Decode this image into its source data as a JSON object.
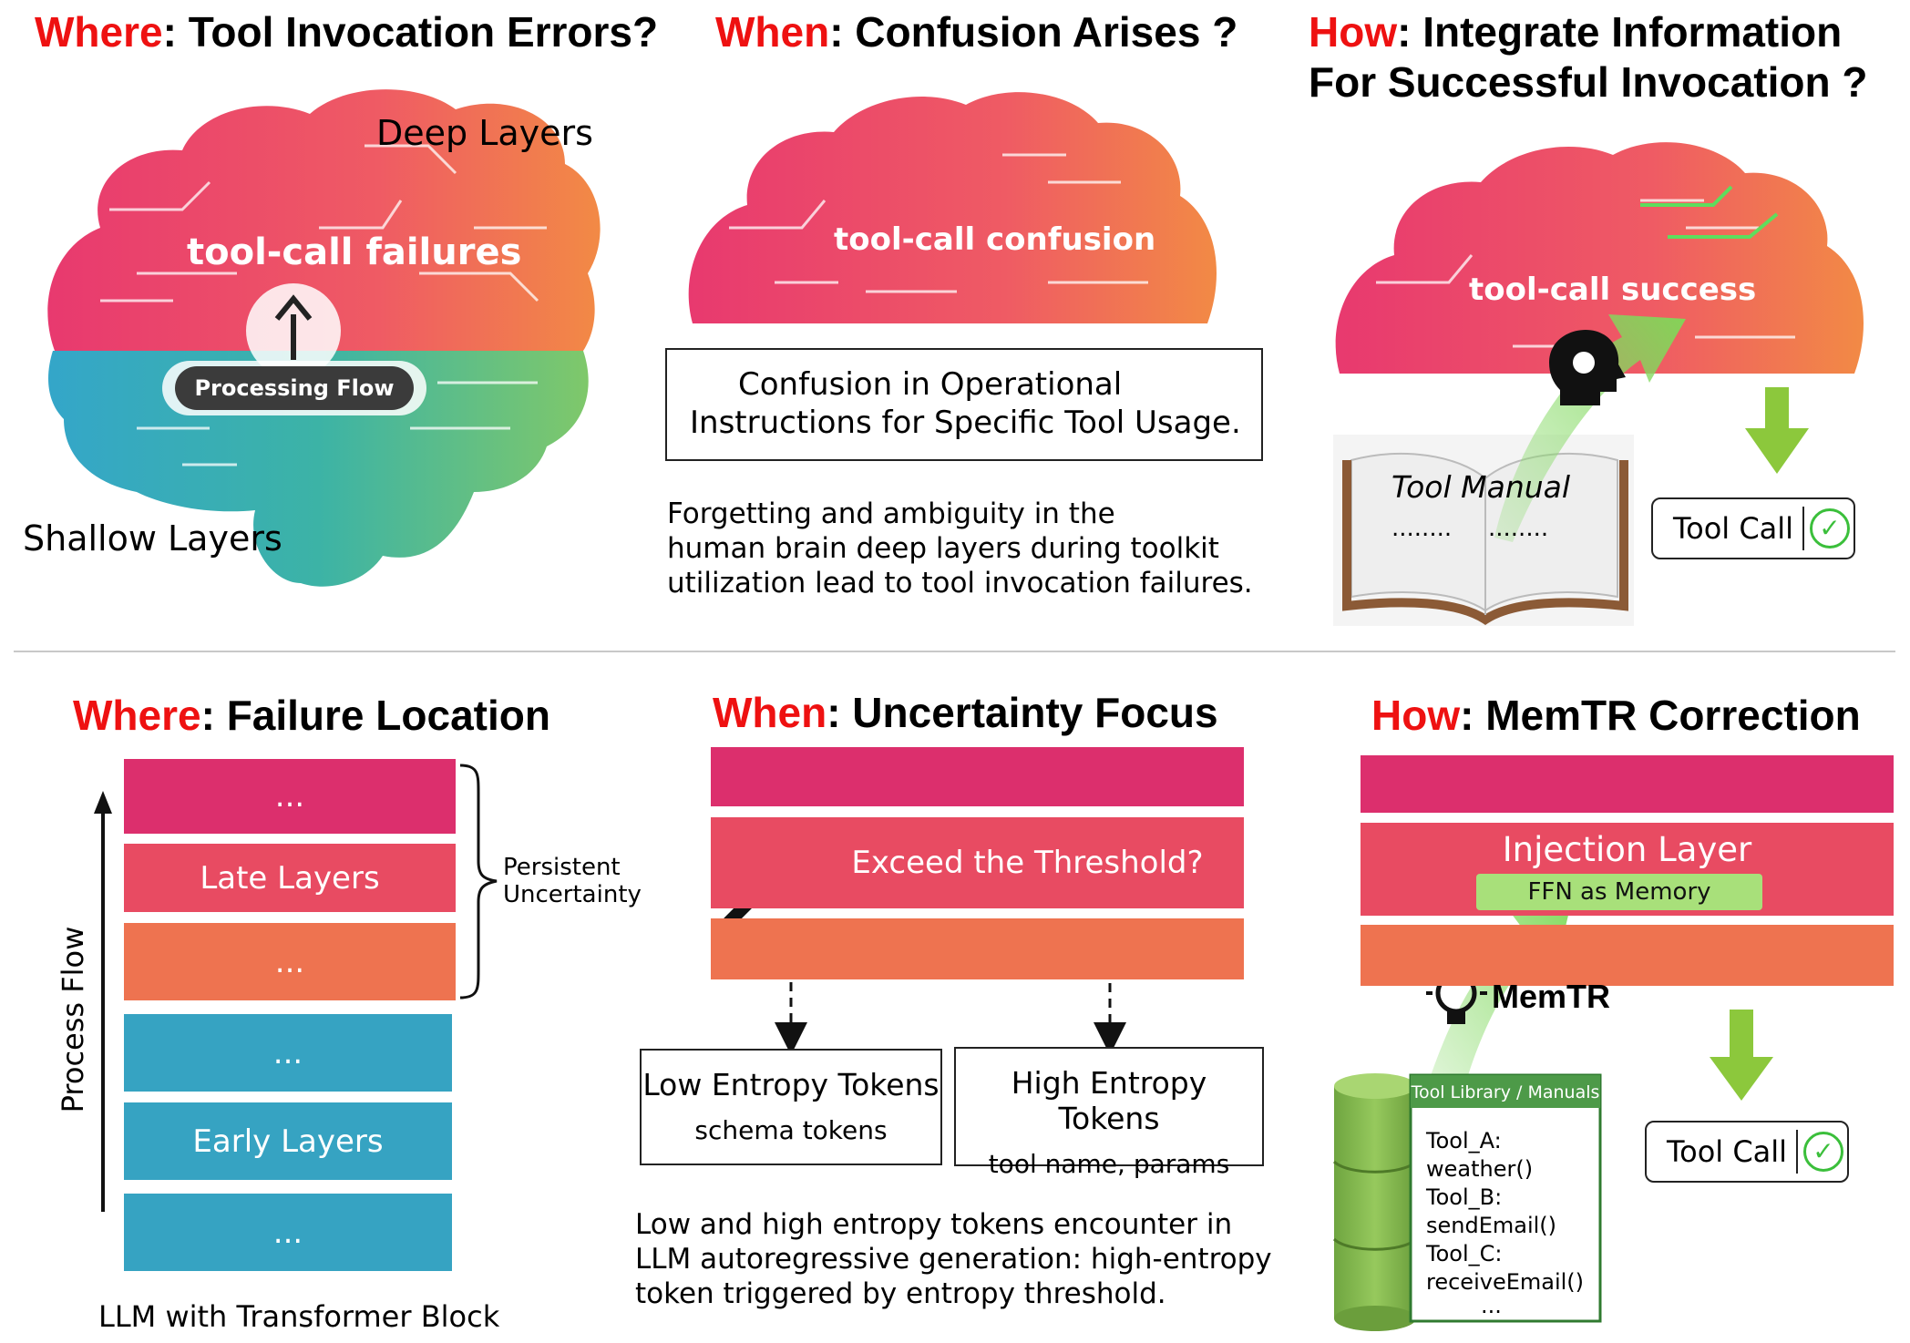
{
  "top": {
    "where_title": {
      "kw": "Where",
      "rest": ": Tool Invocation Errors?"
    },
    "when_title": {
      "kw": "When",
      "rest": ": Confusion Arises ?"
    },
    "how_title": {
      "kw": "How",
      "rest": ": Integrate Information",
      "line2": "For Successful Invocation ?"
    },
    "brain1": {
      "deep_label": "Deep Layers",
      "shallow_label": "Shallow Layers",
      "center_text": "tool-call failures",
      "flow_pill": "Processing Flow"
    },
    "brain2": {
      "center_text": "tool-call confusion",
      "box_line1": "Confusion in Operational",
      "box_line2": "Instructions for Specific Tool Usage.",
      "para": [
        "Forgetting and ambiguity in the",
        "human brain deep layers during toolkit",
        "utilization lead to tool invocation failures."
      ]
    },
    "brain3": {
      "center_text": "tool-call success",
      "book_title": "Tool Manual",
      "book_dots_left": "........",
      "book_dots_right": "........",
      "tool_call": "Tool Call"
    }
  },
  "bottom": {
    "where_title": {
      "kw": "Where",
      "rest": ": Failure Location"
    },
    "when_title": {
      "kw": "When",
      "rest": ": Uncertainty Focus"
    },
    "how_title": {
      "kw": "How",
      "rest": ": MemTR Correction"
    },
    "layers": {
      "axis_label": "Process Flow",
      "bars": [
        "...",
        "Late Layers",
        "...",
        "...",
        "Early Layers",
        "..."
      ],
      "brace_label_1": "Persistent",
      "brace_label_2": "Uncertainty",
      "caption": "LLM with Transformer Block"
    },
    "uncertainty": {
      "threshold": "Exceed the Threshold?",
      "low_title": "Low Entropy Tokens",
      "low_sub": "schema tokens",
      "high_title": "High Entropy Tokens",
      "high_sub": "tool name, params",
      "para": [
        "Low and high entropy tokens encounter in",
        "LLM autoregressive generation: high-entropy",
        "token triggered by entropy threshold."
      ]
    },
    "memtr": {
      "injection": "Injection Layer",
      "ffn": "FFN as Memory",
      "memtr_label": "MemTR",
      "library_header": "Tool Library / Manuals",
      "library_items": [
        "Tool_A:",
        "weather()",
        "Tool_B:",
        "sendEmail()",
        "Tool_C:",
        "receiveEmail()",
        "..."
      ],
      "tool_call": "Tool Call"
    }
  },
  "colors": {
    "keyword": "#ee1111",
    "pink": "#dc2f6d",
    "rose": "#e84b62",
    "orange": "#ee7350",
    "teal": "#36a3c2",
    "green": "#8cc83c",
    "ffn": "#a8e07a"
  }
}
